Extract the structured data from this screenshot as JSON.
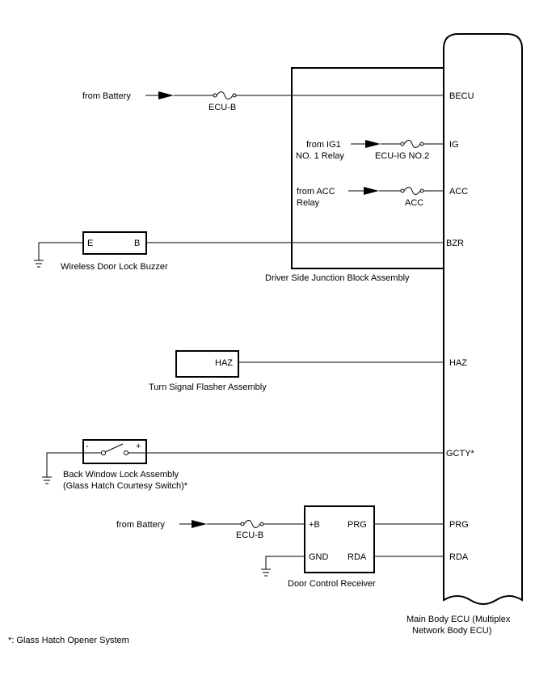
{
  "ecu": {
    "name": "Main Body ECU (Multiplex",
    "name_line2": "Network Body ECU)",
    "pins": {
      "becu": "BECU",
      "ig": "IG",
      "acc": "ACC",
      "bzr": "BZR",
      "haz": "HAZ",
      "gcty": "GCTY*",
      "prg": "PRG",
      "rda": "RDA"
    }
  },
  "junction_block": {
    "name": "Driver Side Junction Block Assembly"
  },
  "battery_1": {
    "label": "from Battery",
    "fuse": "ECU-B"
  },
  "ig_feed": {
    "label_line1": "from IG1",
    "label_line2": "NO. 1 Relay",
    "fuse": "ECU-IG NO.2"
  },
  "acc_feed": {
    "label_line1": "from ACC",
    "label_line2": "Relay",
    "fuse": "ACC"
  },
  "buzzer": {
    "name": "Wireless Door Lock Buzzer",
    "pin_e": "E",
    "pin_b": "B"
  },
  "flasher": {
    "name": "Turn Signal Flasher Assembly",
    "pin": "HAZ"
  },
  "lock_switch": {
    "name_line1": "Back Window Lock Assembly",
    "name_line2": "(Glass Hatch Courtesy Switch)*",
    "minus": "-",
    "plus": "+"
  },
  "battery_2": {
    "label": "from Battery",
    "fuse": "ECU-B"
  },
  "receiver": {
    "name": "Door Control Receiver",
    "pin_b": "+B",
    "pin_gnd": "GND",
    "pin_prg": "PRG",
    "pin_rda": "RDA"
  },
  "footnote": "*: Glass Hatch Opener System"
}
